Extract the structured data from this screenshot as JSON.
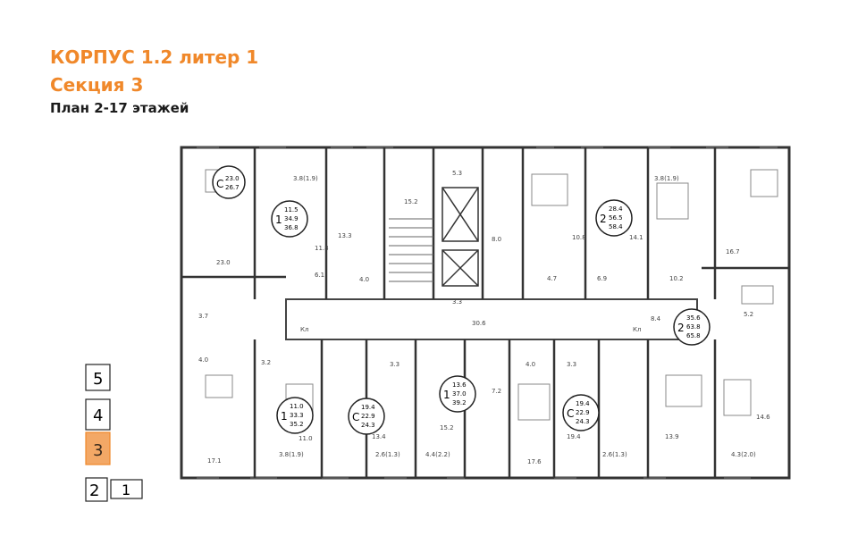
{
  "header": {
    "building": "КОРПУС 1.2 литер 1",
    "section": "Секция 3",
    "floors": "План 2-17 этажей"
  },
  "selector": {
    "sections": [
      "5",
      "4",
      "3",
      "2",
      "1"
    ],
    "active": "3",
    "active_color": "#f0882a"
  },
  "apartments": [
    {
      "type": "С",
      "areas": [
        "23.0",
        "26.7"
      ]
    },
    {
      "type": "1",
      "areas": [
        "11.5",
        "34.9",
        "36.8"
      ]
    },
    {
      "type": "2",
      "areas": [
        "28.4",
        "56.5",
        "58.4"
      ]
    },
    {
      "type": "2",
      "areas": [
        "35.6",
        "63.8",
        "65.8"
      ]
    },
    {
      "type": "1",
      "areas": [
        "11.0",
        "33.3",
        "35.2"
      ]
    },
    {
      "type": "С",
      "areas": [
        "19.4",
        "22.9",
        "24.3"
      ]
    },
    {
      "type": "1",
      "areas": [
        "13.6",
        "37.0",
        "39.2"
      ]
    },
    {
      "type": "С",
      "areas": [
        "19.4",
        "22.9",
        "24.3"
      ]
    }
  ],
  "room_labels": [
    "5.3",
    "15.2",
    "8.0",
    "3.8(1.9)",
    "3.8(1.9)",
    "11.8",
    "13.3",
    "10.8",
    "14.1",
    "16.7",
    "23.0",
    "6.1",
    "4.0",
    "4.7",
    "6.9",
    "10.2",
    "3.7",
    "30.6",
    "8.4",
    "5.2",
    "Кл",
    "Кл",
    "4.0",
    "3.2",
    "4.0",
    "3.3",
    "3.3",
    "7.2",
    "17.1",
    "11.0",
    "3.8(1.9)",
    "13.4",
    "2.6(1.3)",
    "15.2",
    "4.4(2.2)",
    "17.6",
    "19.4",
    "2.6(1.3)",
    "13.9",
    "14.6",
    "4.3(2.0)",
    "3.3"
  ]
}
